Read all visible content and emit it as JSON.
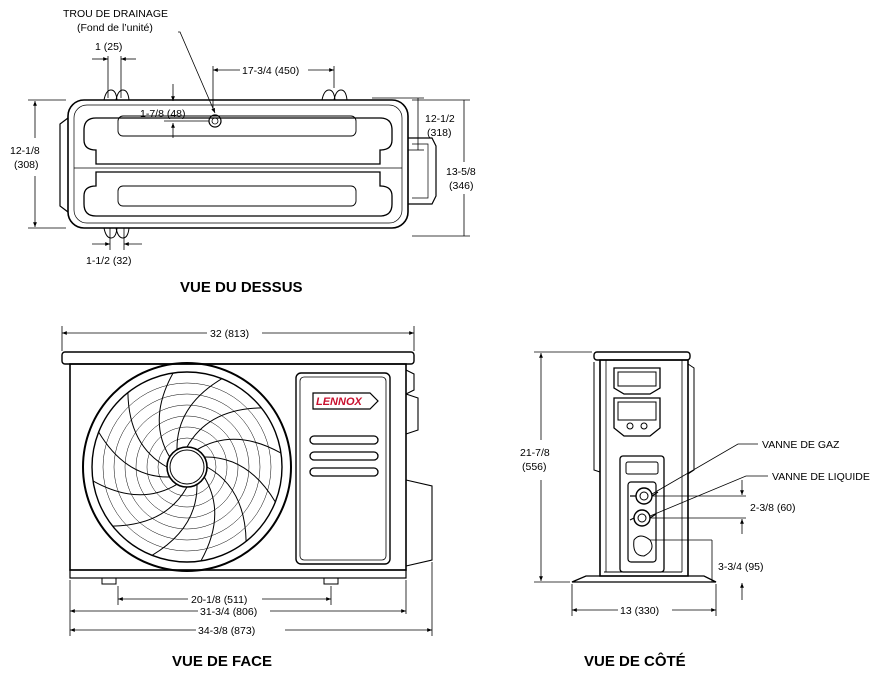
{
  "views": {
    "top": {
      "title": "VUE DU DESSUS",
      "drain_label": "TROU DE DRAINAGE",
      "drain_sublabel": "(Fond de l’unité)",
      "dim_1": "1 (25)",
      "dim_17_3_4": "17-3/4 (450)",
      "dim_1_7_8": "1-7/8 (48)",
      "dim_12_1_8_a": "12-1/8",
      "dim_12_1_8_b": "(308)",
      "dim_12_1_2_a": "12-1/2",
      "dim_12_1_2_b": "(318)",
      "dim_13_5_8_a": "13-5/8",
      "dim_13_5_8_b": "(346)",
      "dim_1_1_2": "1-1/2 (32)"
    },
    "front": {
      "title": "VUE DE FACE",
      "brand": "LENNOX",
      "dim_32": "32 (813)",
      "dim_20_1_8": "20-1/8 (511)",
      "dim_31_3_4": "31-3/4 (806)",
      "dim_34_3_8": "34-3/8 (873)"
    },
    "side": {
      "title": "VUE DE CÔTÉ",
      "gas_valve": "VANNE DE GAZ",
      "liquid_valve": "VANNE DE LIQUIDE",
      "dim_21_7_8_a": "21-7/8",
      "dim_21_7_8_b": "(556)",
      "dim_2_3_8": "2-3/8 (60)",
      "dim_3_3_4": "3-3/4 (95)",
      "dim_13": "13 (330)"
    }
  }
}
